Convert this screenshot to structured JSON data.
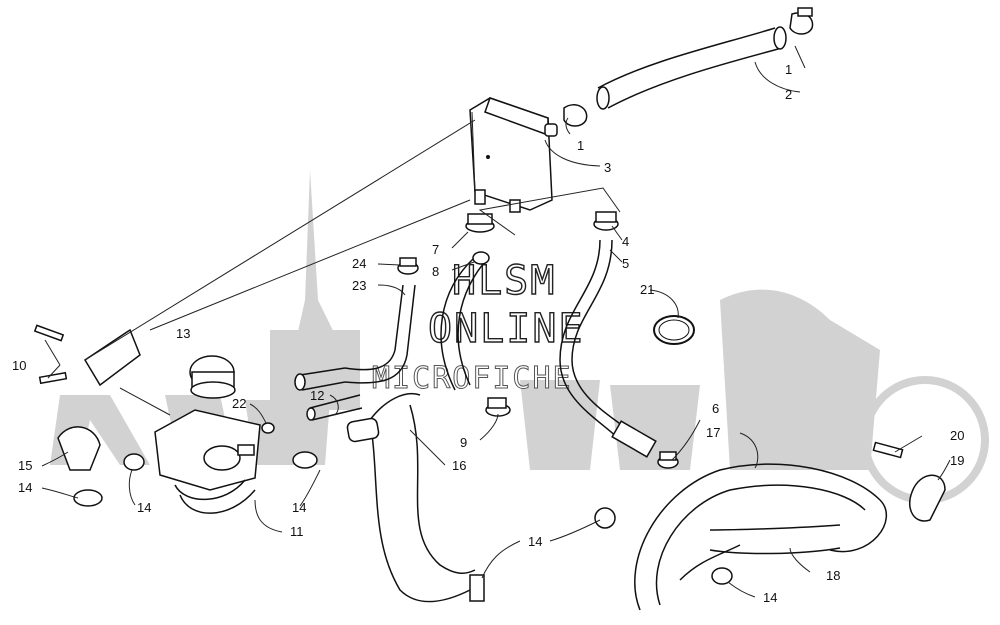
{
  "watermark": {
    "line1": "HLSM",
    "line2": "ONLINE",
    "line3": "MICROFICHE"
  },
  "callouts": [
    {
      "id": "c1a",
      "label": "1"
    },
    {
      "id": "c2",
      "label": "2"
    },
    {
      "id": "c1b",
      "label": "1"
    },
    {
      "id": "c3",
      "label": "3"
    },
    {
      "id": "c4",
      "label": "4"
    },
    {
      "id": "c5",
      "label": "5"
    },
    {
      "id": "c7",
      "label": "7"
    },
    {
      "id": "c8",
      "label": "8"
    },
    {
      "id": "c24",
      "label": "24"
    },
    {
      "id": "c23",
      "label": "23"
    },
    {
      "id": "c21",
      "label": "21"
    },
    {
      "id": "c13",
      "label": "13"
    },
    {
      "id": "c10",
      "label": "10"
    },
    {
      "id": "c22",
      "label": "22"
    },
    {
      "id": "c12",
      "label": "12"
    },
    {
      "id": "c9",
      "label": "9"
    },
    {
      "id": "c6",
      "label": "6"
    },
    {
      "id": "c17",
      "label": "17"
    },
    {
      "id": "c20",
      "label": "20"
    },
    {
      "id": "c19",
      "label": "19"
    },
    {
      "id": "c15",
      "label": "15"
    },
    {
      "id": "c14a",
      "label": "14"
    },
    {
      "id": "c14b",
      "label": "14"
    },
    {
      "id": "c14c",
      "label": "14"
    },
    {
      "id": "c11",
      "label": "11"
    },
    {
      "id": "c16",
      "label": "16"
    },
    {
      "id": "c14d",
      "label": "14"
    },
    {
      "id": "c18",
      "label": "18"
    },
    {
      "id": "c14e",
      "label": "14"
    }
  ]
}
